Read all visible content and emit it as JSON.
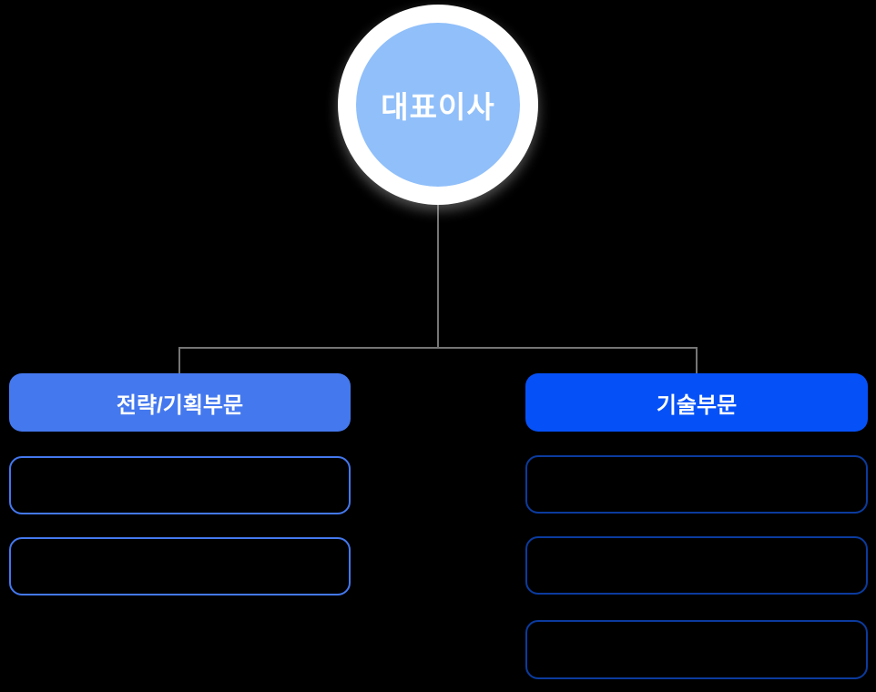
{
  "colors": {
    "background": "#000000",
    "root-ring": "#ffffff",
    "root-fill": "#90BFFA",
    "left-accent": "#4478EE",
    "right-accent": "#0551F7",
    "right-item-border": "#0B3B9E",
    "connector": "#757575",
    "label-text": "#ffffff"
  },
  "root": {
    "label": "대표이사"
  },
  "divisions": [
    {
      "name": "strategy-planning",
      "header_label": "전략/기획부문",
      "empty_item_count": 2
    },
    {
      "name": "technology",
      "header_label": "기술부문",
      "empty_item_count": 3
    }
  ]
}
